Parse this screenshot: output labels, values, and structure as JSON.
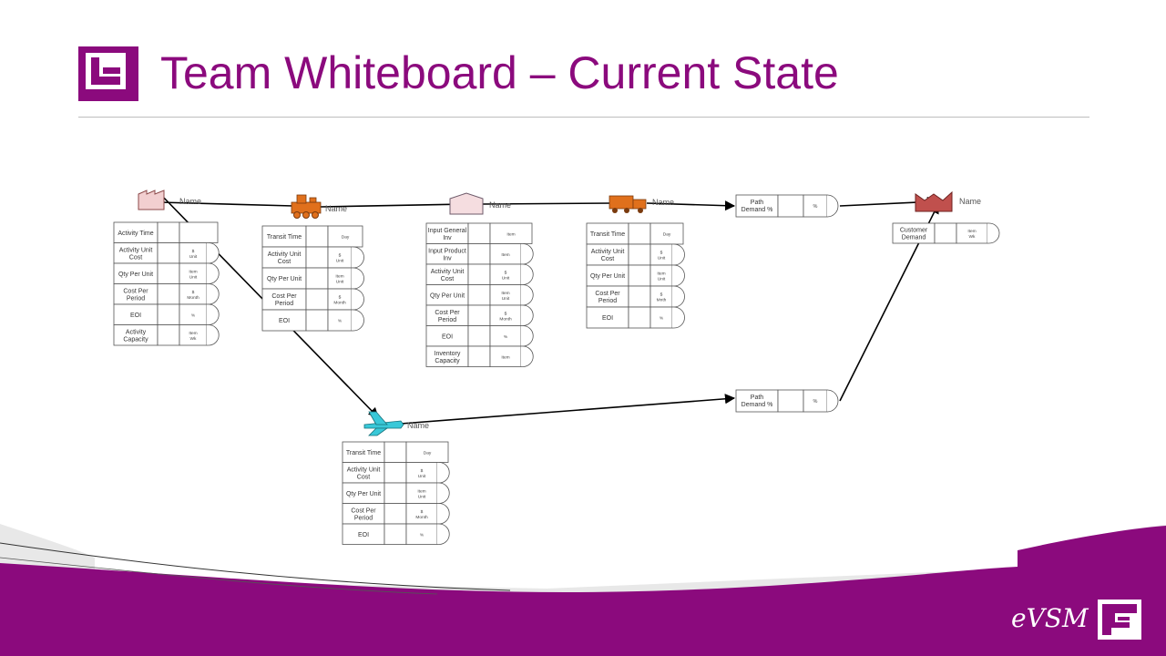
{
  "slide": {
    "title": "Team Whiteboard – Current State",
    "brand": "eVSM"
  },
  "colors": {
    "accent": "#8b0a7d",
    "truck": "#e0701c",
    "plane": "#39c8d8",
    "factory": "#f2cfd0",
    "customer": "#c0504d",
    "warehouse": "#f5dde0"
  },
  "nodes": [
    {
      "id": "supplier",
      "icon": "factory-icon",
      "name": "Name",
      "rows": [
        {
          "label": "Activity Time",
          "unit": ""
        },
        {
          "label": "Activity Unit Cost",
          "unit": "$ Unit"
        },
        {
          "label": "Qty Per Unit",
          "unit": "Item Unit"
        },
        {
          "label": "Cost Per Period",
          "unit": "$ Month"
        },
        {
          "label": "EOI",
          "unit": "%"
        },
        {
          "label": "Activity Capacity",
          "unit": "Item Wk"
        }
      ]
    },
    {
      "id": "rail",
      "icon": "train-icon",
      "name": "Name",
      "rows": [
        {
          "label": "Transit Time",
          "unit": "Day"
        },
        {
          "label": "Activity Unit Cost",
          "unit": "$ Unit"
        },
        {
          "label": "Qty Per Unit",
          "unit": "Item Unit"
        },
        {
          "label": "Cost Per Period",
          "unit": "$ Month"
        },
        {
          "label": "EOI",
          "unit": "%"
        }
      ]
    },
    {
      "id": "warehouse",
      "icon": "warehouse-icon",
      "name": "Name",
      "rows": [
        {
          "label": "Input General Inv",
          "unit": "Item"
        },
        {
          "label": "Input Product Inv",
          "unit": "Item"
        },
        {
          "label": "Activity Unit Cost",
          "unit": "$ Unit"
        },
        {
          "label": "Qty Per Unit",
          "unit": "Item Unit"
        },
        {
          "label": "Cost Per Period",
          "unit": "$ Month"
        },
        {
          "label": "EOI",
          "unit": "%"
        },
        {
          "label": "Inventory Capacity",
          "unit": "Item"
        }
      ]
    },
    {
      "id": "truck",
      "icon": "truck-icon",
      "name": "Name",
      "rows": [
        {
          "label": "Transit Time",
          "unit": "Day"
        },
        {
          "label": "Activity Unit Cost",
          "unit": "$ Unit"
        },
        {
          "label": "Qty Per Unit",
          "unit": "Item Unit"
        },
        {
          "label": "Cost Per Period",
          "unit": "$ Mnth"
        },
        {
          "label": "EOI",
          "unit": "%"
        }
      ]
    },
    {
      "id": "air",
      "icon": "plane-icon",
      "name": "Name",
      "rows": [
        {
          "label": "Transit Time",
          "unit": "Day"
        },
        {
          "label": "Activity Unit Cost",
          "unit": "$ Unit"
        },
        {
          "label": "Qty Per Unit",
          "unit": "Item Unit"
        },
        {
          "label": "Cost Per Period",
          "unit": "$ Month"
        },
        {
          "label": "EOI",
          "unit": "%"
        }
      ]
    },
    {
      "id": "customer",
      "icon": "customer-factory-icon",
      "name": "Name",
      "rows": [
        {
          "label": "Customer Demand",
          "unit": "Item Wk"
        }
      ]
    }
  ],
  "path_boxes": [
    {
      "id": "path-top",
      "label": "Path Demand %",
      "unit": "%"
    },
    {
      "id": "path-bottom",
      "label": "Path Demand %",
      "unit": "%"
    }
  ]
}
